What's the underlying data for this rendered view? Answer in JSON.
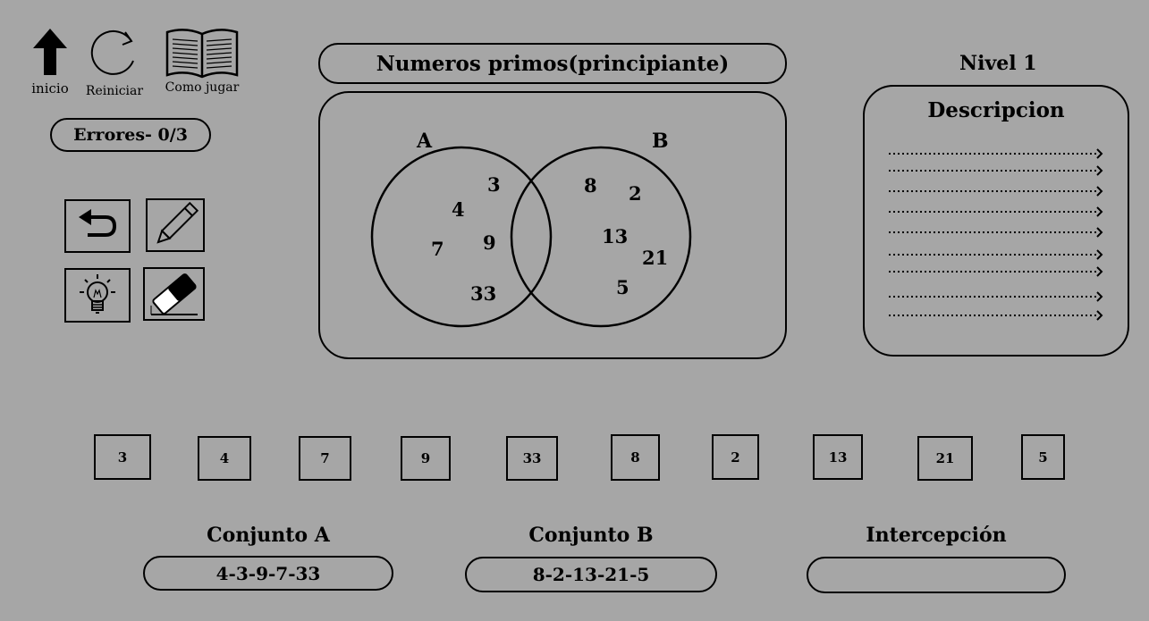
{
  "nav": {
    "home_label": "inicio",
    "restart_label": "Reiniciar",
    "howto_label": "Como jugar"
  },
  "errors_label": "Errores- 0/3",
  "title": "Numeros primos(principiante)",
  "level": "Nivel 1",
  "description_title": "Descripcion",
  "venn": {
    "label_a": "A",
    "label_b": "B",
    "set_a": [
      "3",
      "4",
      "7",
      "9",
      "33"
    ],
    "set_b": [
      "8",
      "2",
      "13",
      "21",
      "5"
    ]
  },
  "tiles": [
    "3",
    "4",
    "7",
    "9",
    "33",
    "8",
    "2",
    "13",
    "21",
    "5"
  ],
  "answers": {
    "set_a_label": "Conjunto A",
    "set_a_value": "4-3-9-7-33",
    "set_b_label": "Conjunto B",
    "set_b_value": "8-2-13-21-5",
    "intersection_label": "Intercepción",
    "intersection_value": ""
  },
  "icons": {
    "home": "up-arrow-icon",
    "restart": "refresh-icon",
    "howto": "open-book-icon",
    "undo": "undo-icon",
    "pencil": "pencil-icon",
    "hint": "lightbulb-icon",
    "eraser": "eraser-icon"
  }
}
